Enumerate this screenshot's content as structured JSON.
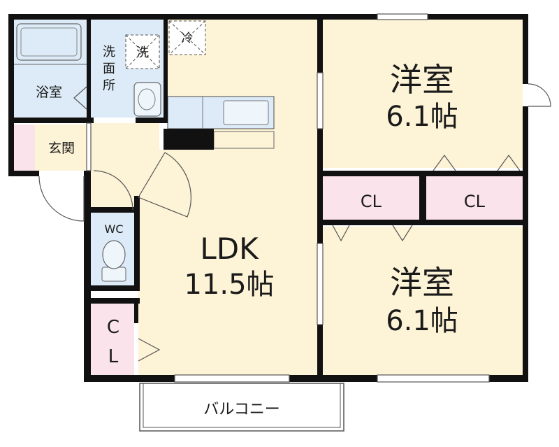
{
  "floorplan": {
    "rooms": {
      "bath": "浴室",
      "washroom": "洗\n面\n所",
      "washer": "洗",
      "fridge": "冷",
      "entrance": "玄関",
      "toilet": "WC",
      "closet_left": "C\nL",
      "ldk_name": "LDK",
      "ldk_size": "11.5帖",
      "room_north_name": "洋室",
      "room_north_size": "6.1帖",
      "room_south_name": "洋室",
      "room_south_size": "6.1帖",
      "closet_north_left": "CL",
      "closet_north_right": "CL",
      "balcony": "バルコニー"
    },
    "colors": {
      "room_floor": "#fdf3d6",
      "wet_area": "#dcebf7",
      "closet": "#fbe3ec",
      "wall": "#111111"
    }
  }
}
